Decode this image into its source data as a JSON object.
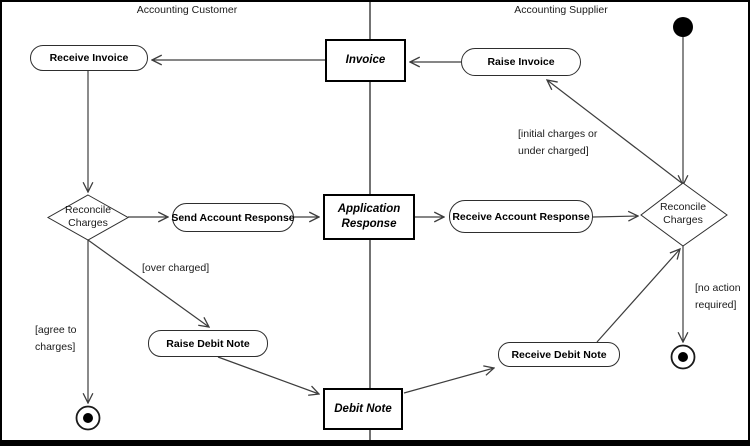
{
  "diagram": {
    "lanes": {
      "customer": "Accounting Customer",
      "supplier": "Accounting Supplier"
    },
    "nodes": {
      "receive_invoice": "Receive Invoice",
      "invoice": "Invoice",
      "raise_invoice": "Raise Invoice",
      "reconcile_charges_customer": "Reconcile\nCharges",
      "send_account_response": "Send Account Response",
      "application_response": "Application\nResponse",
      "receive_account_response": "Receive Account Response",
      "raise_debit_note": "Raise Debit Note",
      "debit_note": "Debit Note",
      "receive_debit_note": "Receive Debit Note",
      "reconcile_charges_supplier": "Reconcile\nCharges"
    },
    "guards": {
      "initial_charges": "[initial charges or\nunder charged]",
      "over_charged": "[over charged]",
      "agree_to_charges": "[agree to\ncharges]",
      "no_action_required": "[no action\nrequired]"
    },
    "colors": {
      "background": "#ffffff",
      "frame_border": "#000000",
      "lane_divider": "#737373",
      "connector": "#3d3d3d",
      "node_border": "#2e2e2e",
      "object_border": "#000000"
    }
  }
}
